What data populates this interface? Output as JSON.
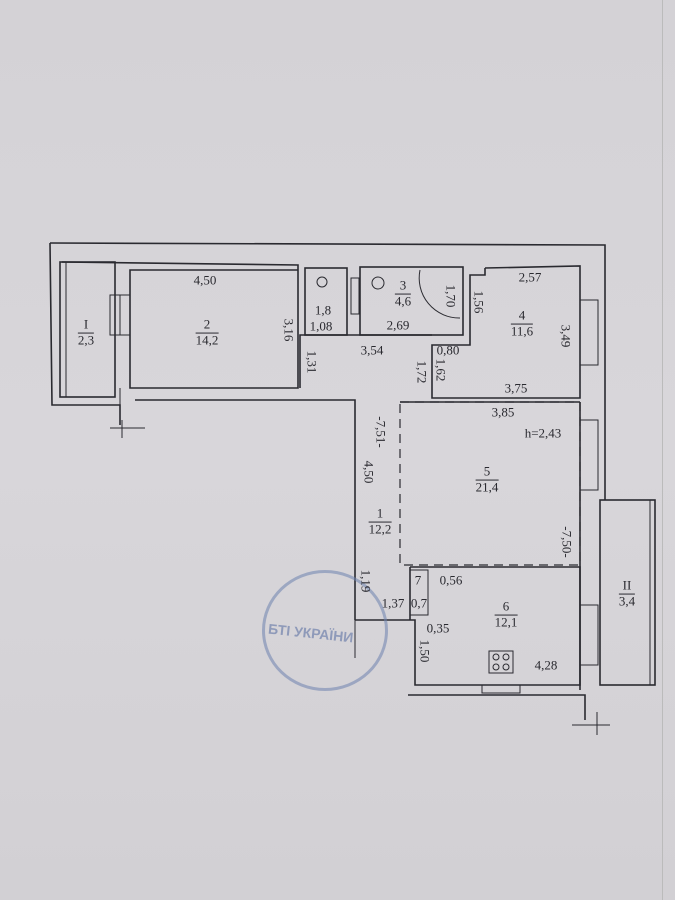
{
  "plan": {
    "rooms": [
      {
        "number": "I",
        "area": "2,3"
      },
      {
        "number": "2",
        "area": "14,2"
      },
      {
        "number": "3",
        "area": "4,6"
      },
      {
        "number": "4",
        "area": "11,6"
      },
      {
        "number": "1",
        "area": "12,2"
      },
      {
        "number": "5",
        "area": "21,4"
      },
      {
        "number": "6",
        "area": "12,1"
      },
      {
        "number": "II",
        "area": "3,4"
      }
    ],
    "wc_area": "1,8",
    "closet_number": "7",
    "closet_area": "0,7",
    "ceiling_height": "h=2,43",
    "dimensions": [
      "4,50",
      "3,16",
      "1,31",
      "1,08",
      "2,69",
      "1,70",
      "3,54",
      "1,56",
      "2,57",
      "3,49",
      "0,80",
      "1,72",
      "1,62",
      "3,75",
      "3,85",
      "-7,51-",
      "4,50",
      "-7,50-",
      "1,19",
      "0,56",
      "1,37",
      "0,35",
      "1,50",
      "4,28"
    ]
  },
  "stamp": {
    "text": "БТІ УКРАЇНИ"
  },
  "colors": {
    "paper": "#d6d4d8",
    "ink": "#2a2a30",
    "stamp": "#6e82af"
  }
}
